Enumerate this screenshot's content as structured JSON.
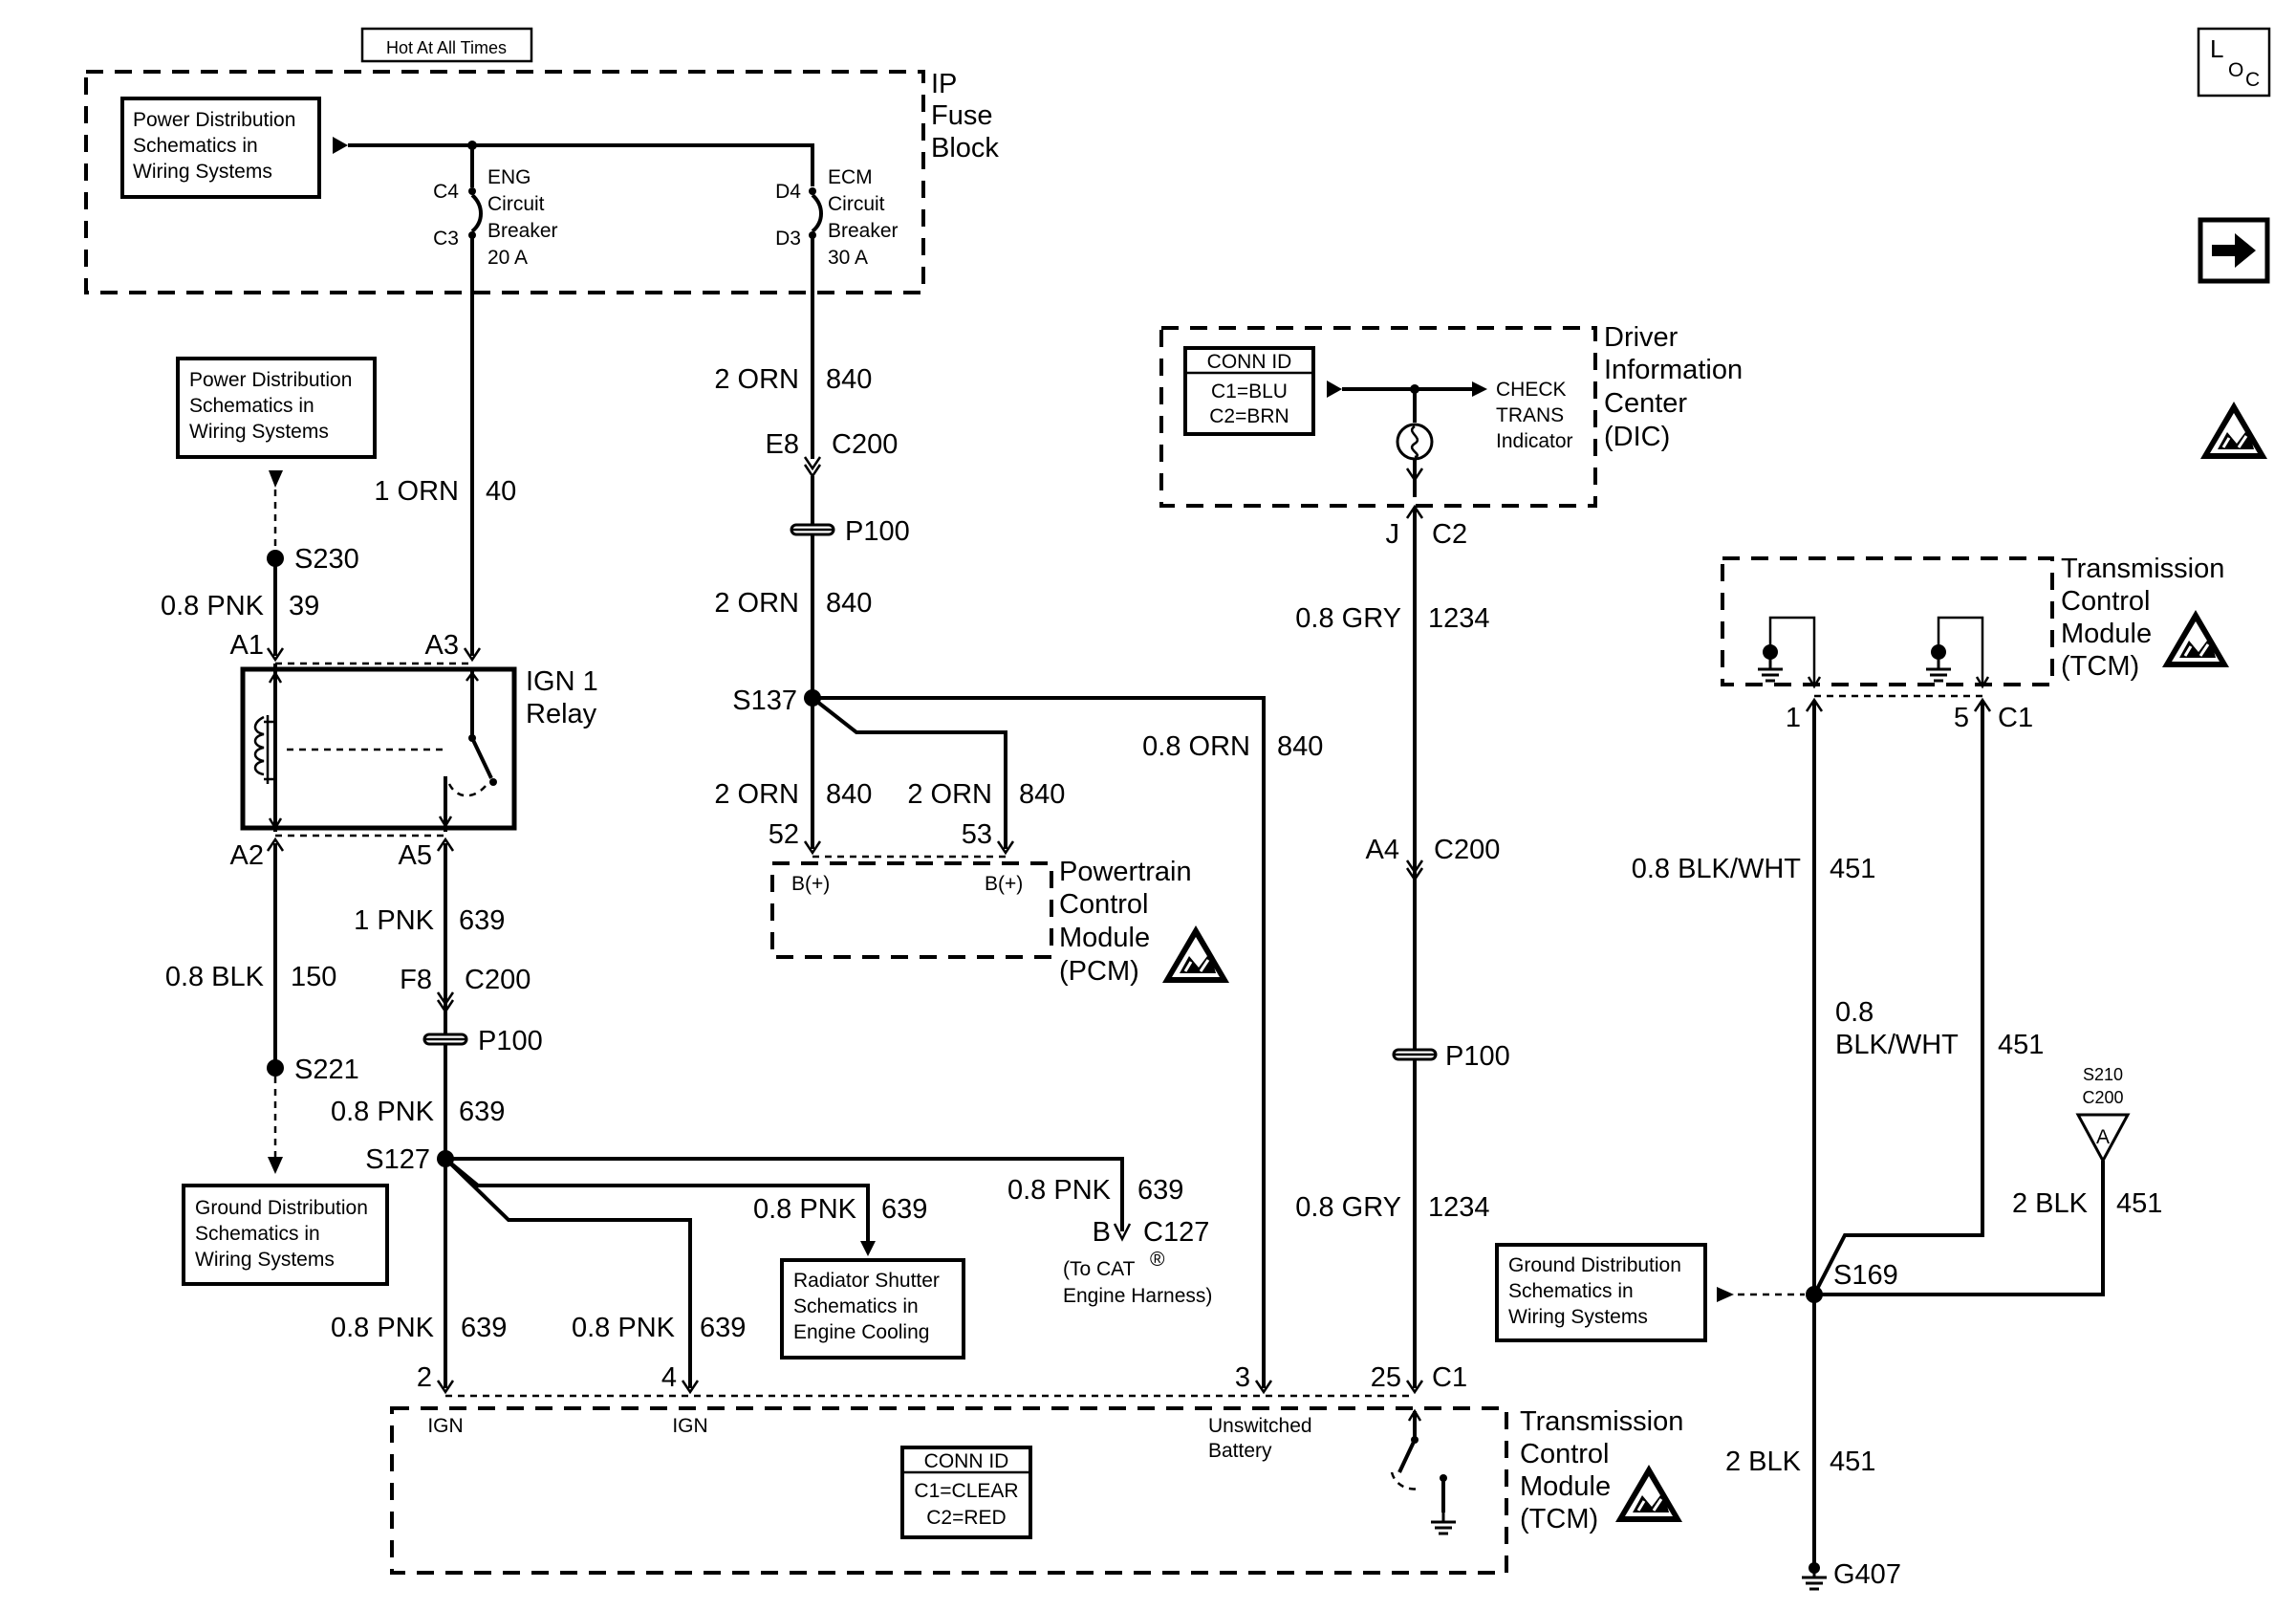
{
  "header": {
    "hot_label": "Hot At All Times",
    "ip_fuse_block": [
      "IP",
      "Fuse",
      "Block"
    ]
  },
  "refs": {
    "power_dist_1": [
      "Power Distribution",
      "Schematics in",
      "Wiring Systems"
    ],
    "power_dist_2": [
      "Power Distribution",
      "Schematics in",
      "Wiring Systems"
    ],
    "ground_dist_1": [
      "Ground Distribution",
      "Schematics in",
      "Wiring Systems"
    ],
    "ground_dist_2": [
      "Ground Distribution",
      "Schematics in",
      "Wiring Systems"
    ],
    "radiator_shutter": [
      "Radiator Shutter",
      "Schematics in",
      "Engine Cooling"
    ]
  },
  "breakers": {
    "eng": {
      "pin_top": "C4",
      "pin_bot": "C3",
      "lines": [
        "ENG",
        "Circuit",
        "Breaker",
        "20 A"
      ]
    },
    "ecm": {
      "pin_top": "D4",
      "pin_bot": "D3",
      "lines": [
        "ECM",
        "Circuit",
        "Breaker",
        "30 A"
      ]
    }
  },
  "dic": {
    "title": [
      "Driver",
      "Information",
      "Center",
      "(DIC)"
    ],
    "conn": [
      "CONN ID",
      "C1=BLU",
      "C2=BRN"
    ],
    "indicator": [
      "CHECK",
      "TRANS",
      "Indicator"
    ],
    "pin": "J",
    "connector": "C2"
  },
  "relay": {
    "title": [
      "IGN 1",
      "Relay"
    ],
    "pins": {
      "a1": "A1",
      "a2": "A2",
      "a3": "A3",
      "a5": "A5"
    }
  },
  "pcm": {
    "title": [
      "Powertrain",
      "Control",
      "Module",
      "(PCM)"
    ],
    "pin_a": "52",
    "pin_b": "53",
    "label_a": "B(+)",
    "label_b": "B(+)"
  },
  "tcm_top": {
    "title": [
      "Transmission",
      "Control",
      "Module",
      "(TCM)"
    ],
    "pin_a": "1",
    "pin_b": "5",
    "connector": "C1"
  },
  "tcm_bottom": {
    "title": [
      "Transmission",
      "Control",
      "Module",
      "(TCM)"
    ],
    "conn": [
      "CONN ID",
      "C1=CLEAR",
      "C2=RED"
    ],
    "pins": {
      "p2": "2",
      "p4": "4",
      "p3": "3",
      "p25": "25",
      "connector": "C1"
    },
    "labels": {
      "ign1": "IGN",
      "ign2": "IGN",
      "unsw": [
        "Unswitched",
        "Battery"
      ]
    }
  },
  "wires": {
    "orn840_a": {
      "gauge": "2 ORN",
      "circuit": "840"
    },
    "orn40": {
      "gauge": "1 ORN",
      "circuit": "40"
    },
    "pnk39": {
      "gauge": "0.8 PNK",
      "circuit": "39"
    },
    "orn840_b": {
      "gauge": "2 ORN",
      "circuit": "840"
    },
    "orn840_c": {
      "gauge": "2 ORN",
      "circuit": "840"
    },
    "orn840_d": {
      "gauge": "2 ORN",
      "circuit": "840"
    },
    "orn840_e": {
      "gauge": "0.8 ORN",
      "circuit": "840"
    },
    "gry1234_a": {
      "gauge": "0.8 GRY",
      "circuit": "1234"
    },
    "gry1234_b": {
      "gauge": "0.8 GRY",
      "circuit": "1234"
    },
    "pnk639_a": {
      "gauge": "1 PNK",
      "circuit": "639"
    },
    "blk150": {
      "gauge": "0.8 BLK",
      "circuit": "150"
    },
    "pnk639_b": {
      "gauge": "0.8 PNK",
      "circuit": "639"
    },
    "pnk639_c": {
      "gauge": "0.8 PNK",
      "circuit": "639"
    },
    "pnk639_d": {
      "gauge": "0.8 PNK",
      "circuit": "639"
    },
    "pnk639_e": {
      "gauge": "0.8 PNK",
      "circuit": "639"
    },
    "pnk639_f": {
      "gauge": "0.8 PNK",
      "circuit": "639"
    },
    "blkwht451_a": {
      "gauge": "0.8 BLK/WHT",
      "circuit": "451"
    },
    "blkwht451_b": {
      "gauge": [
        "0.8",
        "BLK/WHT"
      ],
      "circuit": "451"
    },
    "blk451_a": {
      "gauge": "2 BLK",
      "circuit": "451"
    },
    "blk451_b": {
      "gauge": "2 BLK",
      "circuit": "451"
    }
  },
  "connectors": {
    "e8": "E8",
    "c200_a": "C200",
    "p100_a": "P100",
    "p100_b": "P100",
    "p100_c": "P100",
    "a4": "A4",
    "c200_b": "C200",
    "f8": "F8",
    "c200_c": "C200",
    "b": "B",
    "c127": "C127",
    "c127_note": [
      "(To CAT",
      "Engine Harness)"
    ]
  },
  "splices": {
    "s230": "S230",
    "s137": "S137",
    "s221": "S221",
    "s127": "S127",
    "s169": "S169",
    "s210": [
      "S210",
      "C200"
    ],
    "s210_letter": "A"
  },
  "ground": {
    "g407": "G407"
  },
  "icons": {
    "loc": [
      "L",
      "O",
      "C"
    ],
    "next": "arrow-right-icon",
    "esd": "esd-warning-icon"
  }
}
